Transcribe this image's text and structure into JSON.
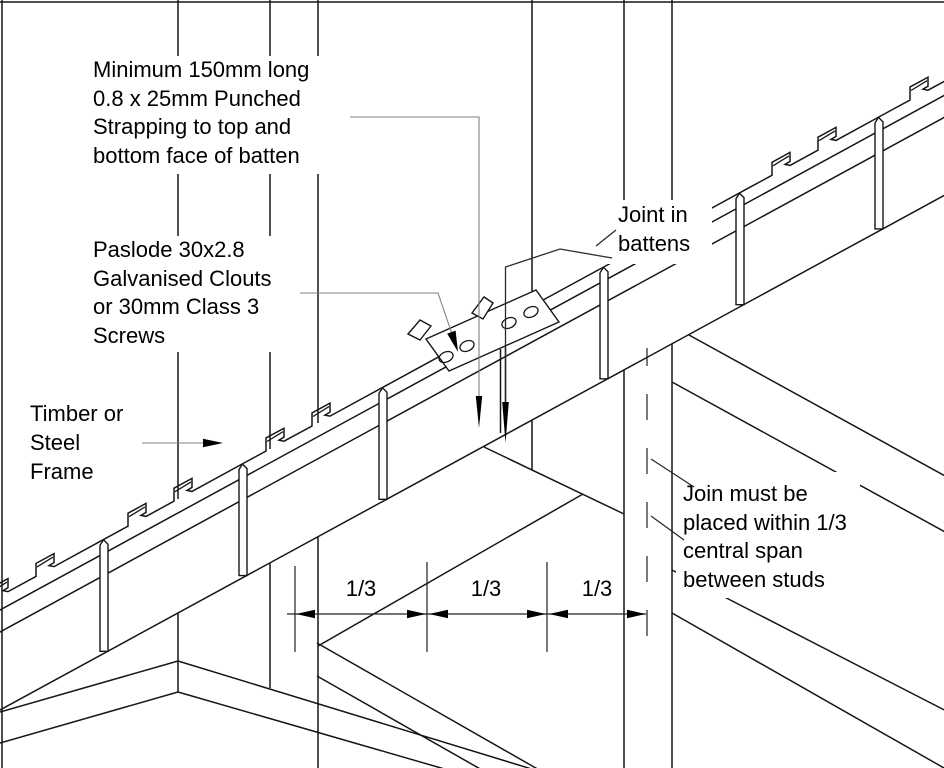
{
  "annotations": {
    "strapping": {
      "lines": [
        "Minimum 150mm long",
        "0.8 x 25mm Punched",
        "Strapping to top and",
        "bottom face of batten"
      ]
    },
    "fasteners": {
      "lines": [
        "Paslode 30x2.8",
        "Galvanised Clouts",
        "or 30mm Class 3",
        "Screws"
      ]
    },
    "frame": {
      "lines": [
        "Timber or",
        "Steel",
        "Frame"
      ]
    },
    "joint": {
      "lines": [
        "Joint in",
        "battens"
      ]
    },
    "join_rule": {
      "lines": [
        "Join must be",
        "placed within 1/3",
        "central span",
        "between studs"
      ]
    }
  },
  "dimensions": {
    "segment_labels": [
      "1/3",
      "1/3",
      "1/3"
    ]
  },
  "colors": {
    "line": "#161616",
    "leader": "#808080",
    "background": "#ffffff"
  }
}
